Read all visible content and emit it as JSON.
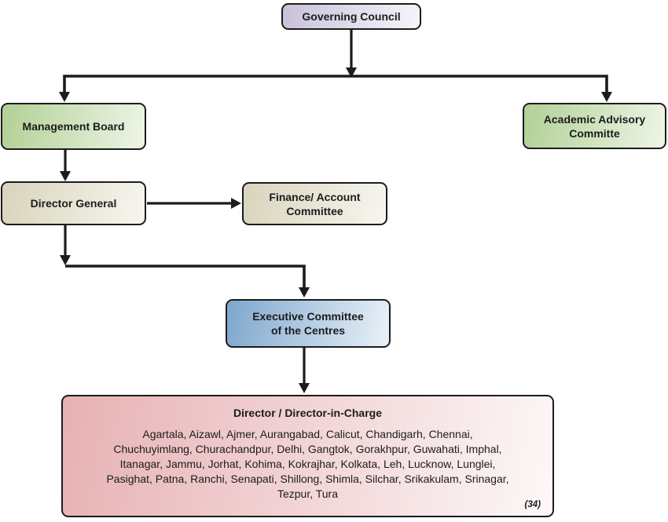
{
  "style": {
    "line_color": "#1c1c1c",
    "text_color": "#1f1f1f",
    "background": "#ffffff"
  },
  "nodes": {
    "governing_council": {
      "label": "Governing Council",
      "color_from": "#c8c1d9",
      "color_to": "#f7f5fb"
    },
    "management_board": {
      "label": "Management Board",
      "color_from": "#b1d095",
      "color_to": "#eef5e7"
    },
    "academic_advisory": {
      "lines": [
        "Academic Advisory",
        "Committe"
      ],
      "color_from": "#b1d095",
      "color_to": "#eef5e7"
    },
    "director_general": {
      "label": "Director General",
      "color_from": "#d8d4bc",
      "color_to": "#f7f6ef"
    },
    "finance_account": {
      "lines": [
        "Finance/ Account",
        "Committee"
      ],
      "color_from": "#d8d4bc",
      "color_to": "#f7f6ef"
    },
    "executive_committee": {
      "lines": [
        "Executive Committee",
        "of the Centres"
      ],
      "color_from": "#7ea7cd",
      "color_to": "#e9f1f8"
    },
    "director_in_charge": {
      "title": "Director / Director-in-Charge",
      "centre_lines": [
        "Agartala, Aizawl, Ajmer, Aurangabad, Calicut, Chandigarh, Chennai,",
        "Chuchuyimlang, Churachandpur, Delhi, Gangtok, Gorakhpur, Guwahati, Imphal,",
        "Itanagar, Jammu, Jorhat, Kohima, Kokrajhar, Kolkata, Leh, Lucknow, Lunglei,",
        "Pasighat, Patna, Ranchi, Senapati, Shillong, Shimla, Silchar, Srikakulam, Srinagar,",
        "Tezpur, Tura"
      ],
      "count": "(34)",
      "color_from": "#e7b1b4",
      "color_to": "#fdf8f8"
    }
  }
}
